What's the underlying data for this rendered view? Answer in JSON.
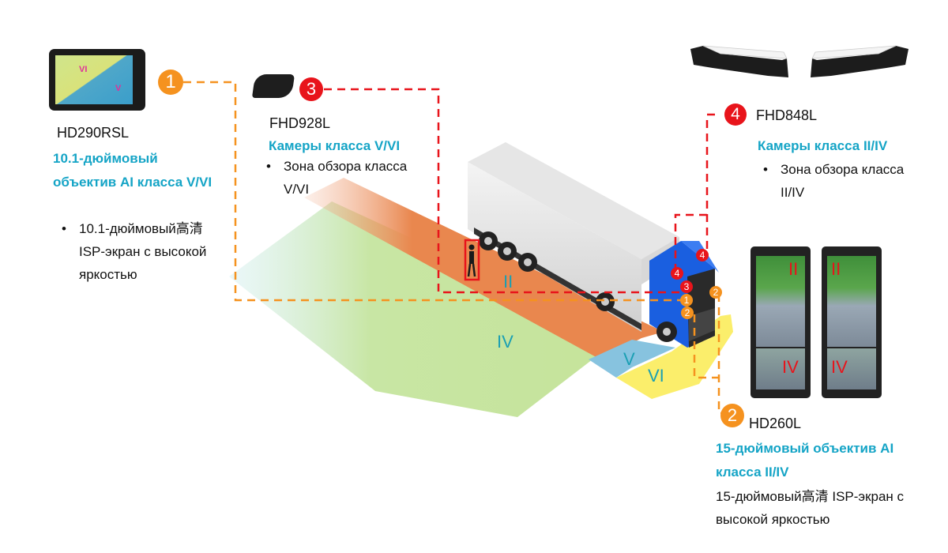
{
  "colors": {
    "accent_teal": "#14a4c6",
    "orange_marker": "#f5921f",
    "red_marker": "#e8141b",
    "zone_ii": "#e9874e",
    "zone_iv": "#c8e6a4",
    "zone_v": "#87c3df",
    "zone_vi": "#fbee6b",
    "truck_cab": "#1a5fe0"
  },
  "products": {
    "p1": {
      "number": "1",
      "model": "HD290RSL",
      "title": "10.1-дюймовый объектив AI класса V/VI",
      "bullet": "•",
      "desc": "10.1-дюймовый高清 ISP-экран с высокой яркостью",
      "screen_labels": [
        "VI",
        "V"
      ]
    },
    "p2": {
      "number": "2",
      "model": "HD260L",
      "title": "15-дюймовый объектив AI класса II/IV",
      "desc": "15-дюймовый高清 ISP-экран с высокой яркостью",
      "screen_labels": [
        "II",
        "IV",
        "II",
        "IV"
      ]
    },
    "p3": {
      "number": "3",
      "model": "FHD928L",
      "title": "Камеры класса V/VI",
      "bullet": "•",
      "desc": "Зона обзора класса V/VI"
    },
    "p4": {
      "number": "4",
      "model": "FHD848L",
      "title": "Камеры класса II/IV",
      "bullet": "•",
      "desc": "Зона обзора класса II/IV"
    }
  },
  "zones": {
    "ii": "II",
    "iv": "IV",
    "v": "V",
    "vi": "VI"
  },
  "truck_markers": [
    "4",
    "4",
    "3",
    "1",
    "2",
    "2"
  ]
}
